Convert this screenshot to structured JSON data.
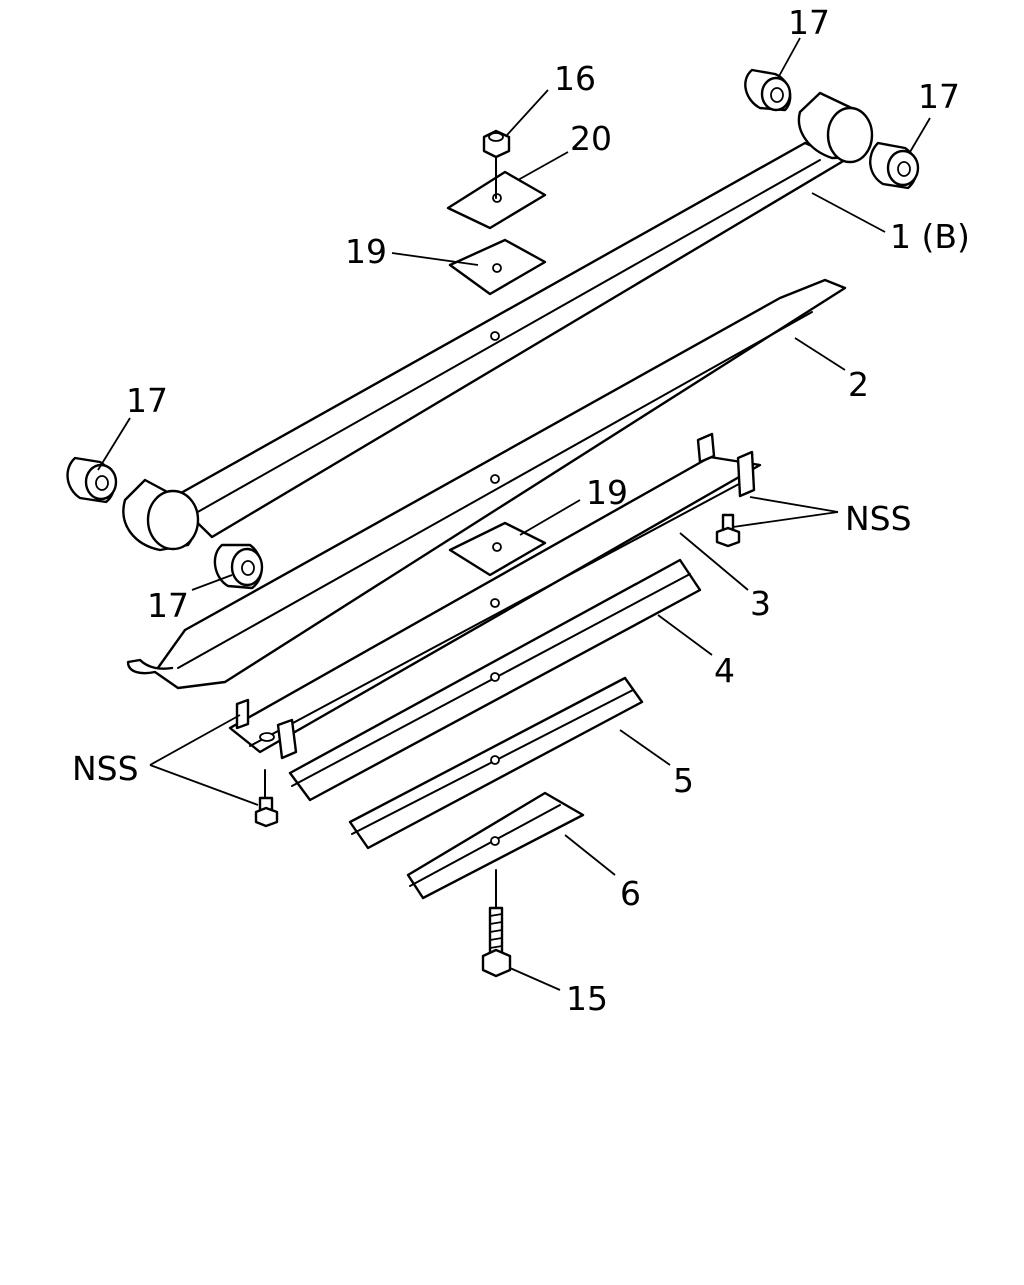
{
  "labels": {
    "part_1b": "1 (B)",
    "part_2": "2",
    "part_3": "3",
    "part_4": "4",
    "part_5": "5",
    "part_6": "6",
    "part_15": "15",
    "part_16": "16",
    "part_17_top": "17",
    "part_17_right": "17",
    "part_17_left": "17",
    "part_17_bottom": "17",
    "part_19_top": "19",
    "part_19_mid": "19",
    "part_20": "20",
    "nss_right": "NSS",
    "nss_left": "NSS"
  }
}
